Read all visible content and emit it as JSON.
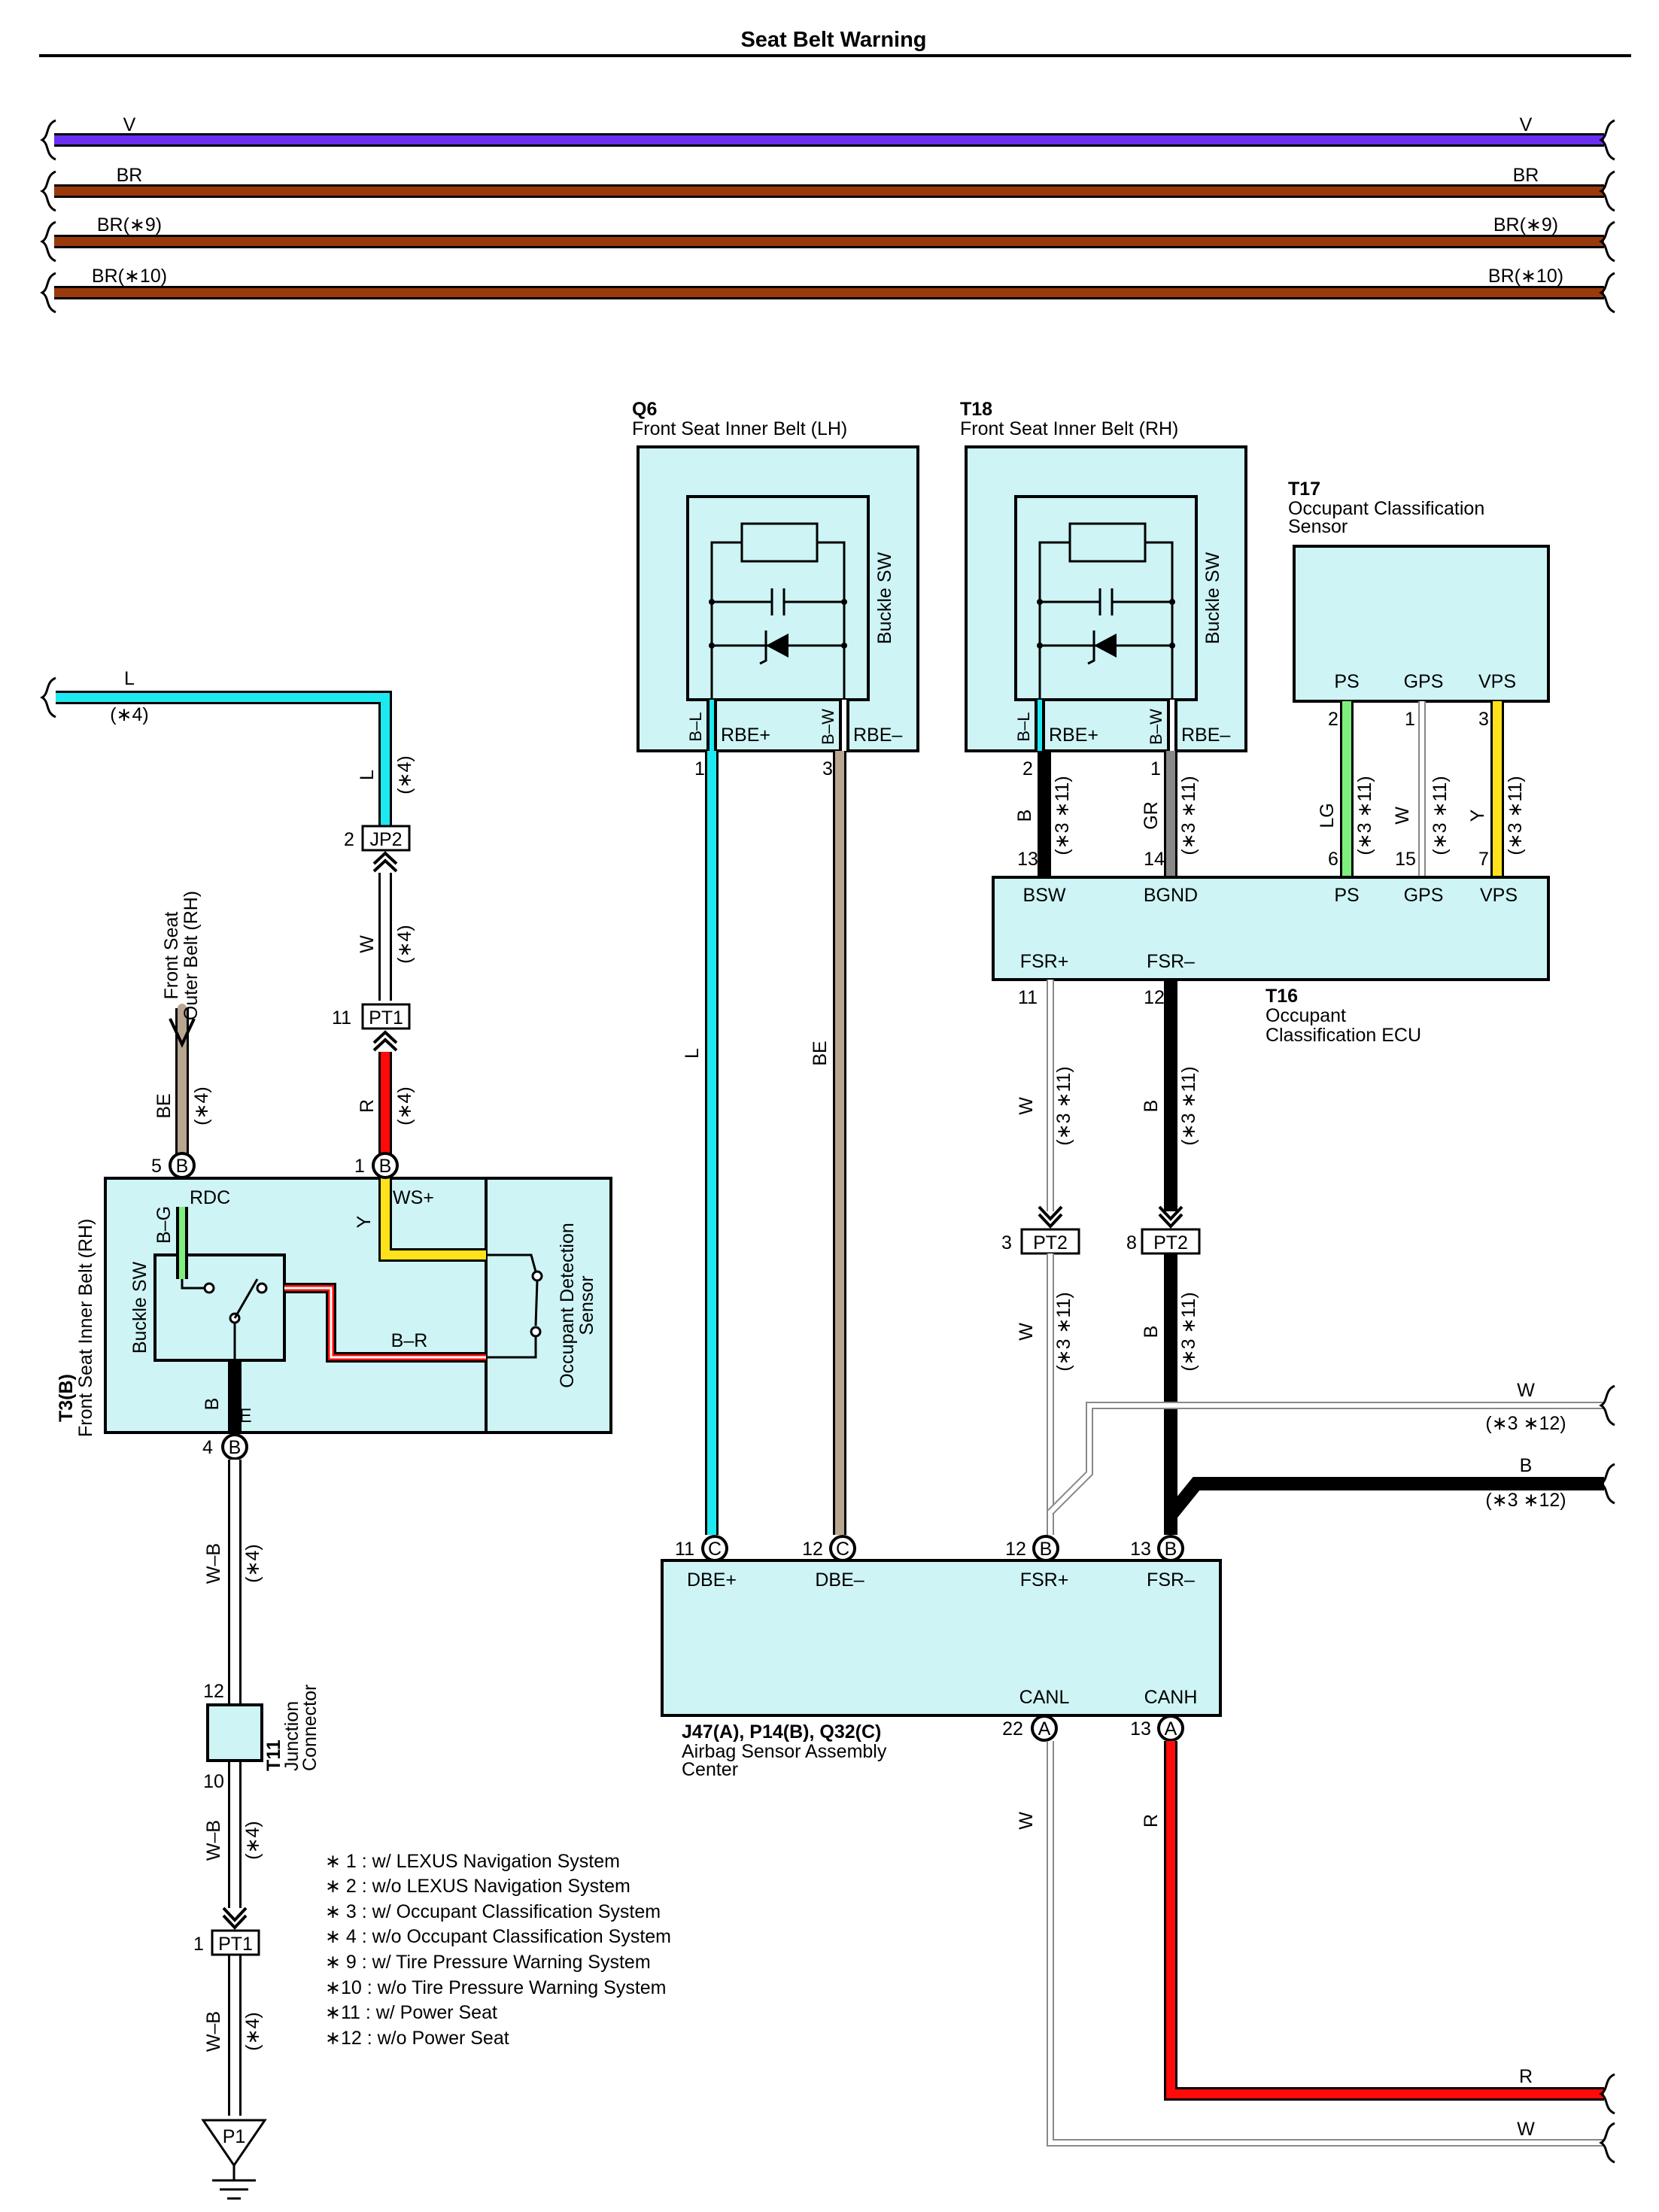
{
  "title": "Seat Belt Warning",
  "colors": {
    "V": "#6a2ff2",
    "BR": "#9a3a0c",
    "L": "#1ee8f0",
    "BE": "#b8a690",
    "R": "#ff0a0a",
    "Y": "#ffe21a",
    "LG": "#7ef07e",
    "B": "#000000",
    "GR": "#888888",
    "W": "#ffffff",
    "box_fill": "#cef4f5"
  },
  "bus_wires": [
    {
      "label_left": "V",
      "label_right": "V",
      "color": "V"
    },
    {
      "label_left": "BR",
      "label_right": "BR",
      "color": "BR"
    },
    {
      "label_left": "BR(∗9)",
      "label_right": "BR(∗9)",
      "color": "BR"
    },
    {
      "label_left": "BR(∗10)",
      "label_right": "BR(∗10)",
      "color": "BR"
    }
  ],
  "components": {
    "q6": {
      "code": "Q6",
      "name": "Front Seat Inner Belt (LH)",
      "sw": "Buckle SW",
      "pin_l": "B–L",
      "pin_w": "B–W",
      "term_l": "RBE+",
      "term_w": "RBE–",
      "pin_no_l": "1",
      "pin_no_w": "3"
    },
    "t18": {
      "code": "T18",
      "name": "Front Seat Inner Belt (RH)",
      "sw": "Buckle SW",
      "pin_l": "B–L",
      "pin_w": "B–W",
      "term_l": "RBE+",
      "term_w": "RBE–",
      "pin_no_l": "2",
      "pin_no_w": "1"
    },
    "t17": {
      "code": "T17",
      "name_1": "Occupant Classification",
      "name_2": "Sensor",
      "t1": "PS",
      "t2": "GPS",
      "t3": "VPS",
      "p1": "2",
      "p2": "1",
      "p3": "3"
    },
    "t16": {
      "code": "T16",
      "name_1": "Occupant",
      "name_2": "Classification ECU",
      "t_bsw": "BSW",
      "t_bgnd": "BGND",
      "t_ps": "PS",
      "t_gps": "GPS",
      "t_vps": "VPS",
      "t_fsrp": "FSR+",
      "t_fsrm": "FSR–",
      "p_bsw": "13",
      "p_bgnd": "14",
      "p_ps": "6",
      "p_gps": "15",
      "p_vps": "7",
      "p_fsrp": "11",
      "p_fsrm": "12"
    },
    "t3": {
      "code": "T3(B)",
      "name": "Front Seat Inner Belt (RH)",
      "sw": "Buckle SW",
      "sensor_1": "Occupant Detection",
      "sensor_2": "Sensor",
      "t_rdc": "RDC",
      "t_ws": "WS+",
      "t_e": "E",
      "w_bg": "B–G",
      "w_y": "Y",
      "w_br": "B–R",
      "w_b": "B",
      "p5": "5",
      "p1": "1",
      "p4": "4",
      "conn": "B"
    },
    "airbag": {
      "code": "J47(A), P14(B), Q32(C)",
      "name_1": "Airbag Sensor Assembly",
      "name_2": "Center",
      "t_dbep": "DBE+",
      "t_dbem": "DBE–",
      "t_fsrp": "FSR+",
      "t_fsrm": "FSR–",
      "t_canl": "CANL",
      "t_canh": "CANH",
      "p_dbep": "11",
      "p_dbem": "12",
      "p_fsrp": "12",
      "p_fsrm": "13",
      "p_canl": "22",
      "p_canh": "13",
      "c_dbep": "C",
      "c_dbem": "C",
      "c_fsrp": "B",
      "c_fsrm": "B",
      "c_canl": "A",
      "c_canh": "A"
    },
    "t11": {
      "code": "T11",
      "name_1": "Junction",
      "name_2": "Connector",
      "p_top": "12",
      "p_bot": "10"
    },
    "outer_belt": {
      "line_1": "Front Seat",
      "line_2": "Outer Belt (RH)"
    }
  },
  "connectors": {
    "jp2": {
      "label": "JP2",
      "pin": "2"
    },
    "pt1_top": {
      "label": "PT1",
      "pin": "11"
    },
    "pt1_bot": {
      "label": "PT1",
      "pin": "1"
    },
    "pt2_a": {
      "label": "PT2",
      "pin": "3"
    },
    "pt2_b": {
      "label": "PT2",
      "pin": "8"
    },
    "p1": {
      "label": "P1"
    }
  },
  "wire_labels": {
    "l_top": "L",
    "l_top_note": "(∗4)",
    "l_jp2": "L",
    "l_jp2_note": "(∗4)",
    "w_jp2": "W",
    "w_jp2_note": "(∗4)",
    "r_pt1": "R",
    "r_pt1_note": "(∗4)",
    "be_outer": "BE",
    "be_outer_note": "(∗4)",
    "wb_1": "W–B",
    "wb_1_note": "(∗4)",
    "wb_2": "W–B",
    "wb_2_note": "(∗4)",
    "wb_3": "W–B",
    "wb_3_note": "(∗4)",
    "l_q6": "L",
    "be_q6": "BE",
    "b_t18": "B",
    "b_t18_note": "(∗3 ∗11)",
    "gr_t18": "GR",
    "gr_t18_note": "(∗3 ∗11)",
    "lg_t17": "LG",
    "lg_t17_note": "(∗3 ∗11)",
    "w_t17": "W",
    "w_t17_note": "(∗3 ∗11)",
    "y_t17": "Y",
    "y_t17_note": "(∗3 ∗11)",
    "w_fsr1": "W",
    "w_fsr1_note": "(∗3 ∗11)",
    "b_fsr1": "B",
    "b_fsr1_note": "(∗3 ∗11)",
    "w_fsr2": "W",
    "w_fsr2_note": "(∗3 ∗11)",
    "b_fsr2": "B",
    "b_fsr2_note": "(∗3 ∗11)",
    "w_right": "W",
    "w_right_note": "(∗3 ∗12)",
    "b_right": "B",
    "b_right_note": "(∗3 ∗12)",
    "w_canl": "W",
    "r_canh": "R",
    "r_out": "R",
    "w_out": "W"
  },
  "notes": [
    "∗ 1 : w/ LEXUS Navigation System",
    "∗ 2 : w/o LEXUS Navigation System",
    "∗ 3 : w/ Occupant Classification System",
    "∗ 4 : w/o Occupant Classification System",
    "∗ 9 : w/ Tire Pressure Warning System",
    "∗10 : w/o Tire Pressure Warning System",
    "∗11 : w/ Power Seat",
    "∗12 : w/o Power Seat"
  ]
}
